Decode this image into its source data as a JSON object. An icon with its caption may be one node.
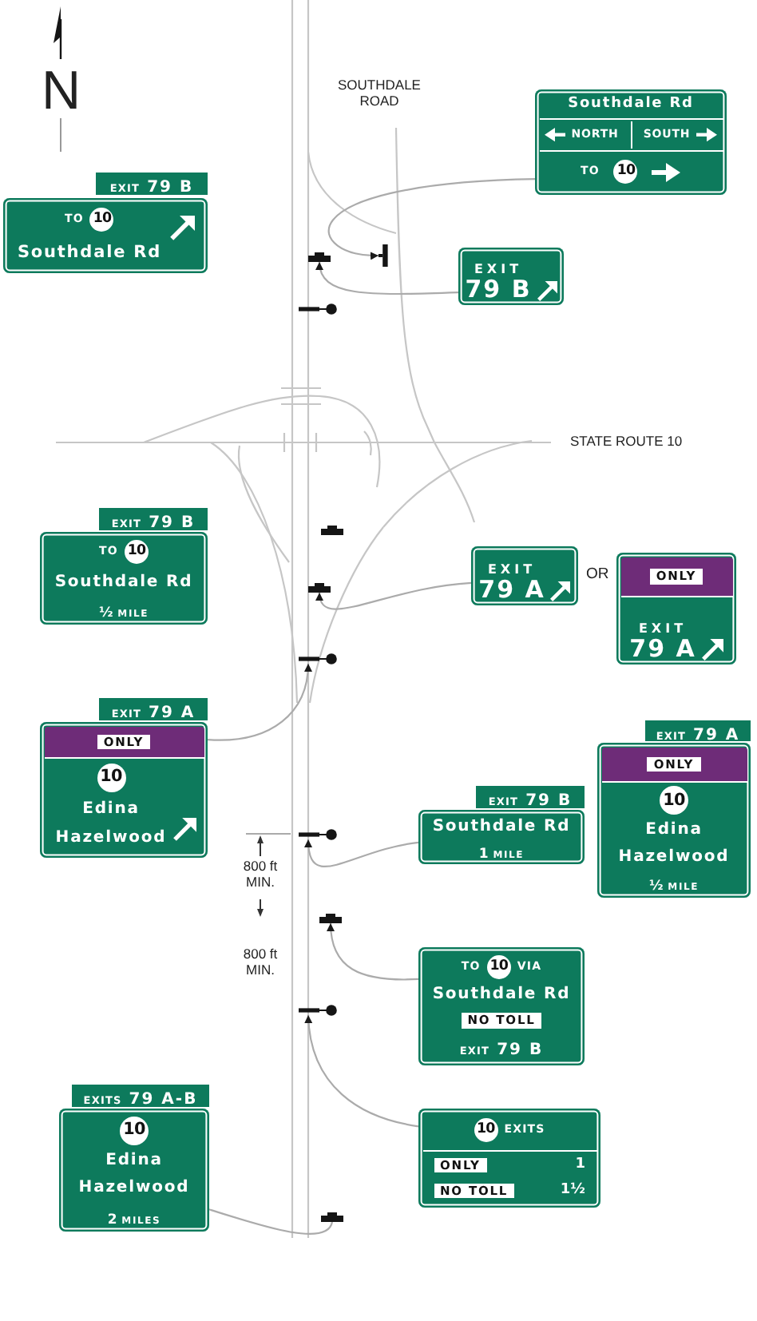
{
  "diagram": {
    "nodes": [
      {
        "text": [
          "Southdale Rd",
          "NORTH",
          "SOUTH",
          "TO",
          "10"
        ]
      },
      {
        "text": [
          "EXIT 79 B"
        ]
      },
      {
        "text": [
          "TO",
          "10",
          "Southdale Rd"
        ]
      },
      {
        "text": [],
        "shape": "bar"
      },
      {
        "text": [],
        "shape": "bar"
      },
      {
        "text": [
          "EXIT 79 B"
        ]
      },
      {
        "text": [],
        "shape": "bar"
      },
      {
        "text": [
          "EXIT 79 B"
        ]
      },
      {
        "text": [
          "TO",
          "10",
          "Southdale Rd",
          "½ MILE"
        ]
      },
      {
        "text": [],
        "shape": "bar"
      },
      {
        "text": [
          "EXIT 79 A"
        ]
      },
      {
        "text": [
          "ONLY",
          "EXIT 79 A"
        ]
      },
      {
        "text": [],
        "shape": "bar"
      },
      {
        "text": [],
        "shape": "bar"
      },
      {
        "text": [
          "EXIT 79 A"
        ]
      },
      {
        "text": [
          "ONLY",
          "10",
          "Edina",
          "Hazelwood"
        ]
      },
      {
        "text": [
          "EXIT 79 A"
        ]
      },
      {
        "text": [
          "ONLY",
          "10",
          "Edina",
          "Hazelwood",
          "½ MILE"
        ]
      },
      {
        "text": [
          "EXIT 79 B"
        ]
      },
      {
        "text": [
          "Southdale Rd",
          "1 MILE"
        ]
      },
      {
        "text": [],
        "shape": "bar"
      },
      {
        "text": [],
        "shape": "bar"
      },
      {
        "text": [
          "TO",
          "10",
          "VIA",
          "Southdale Rd",
          "NO TOLL",
          "EXIT 79 B"
        ]
      },
      {
        "text": [],
        "shape": "bar"
      },
      {
        "text": [
          "EXITS 79 A-B"
        ]
      },
      {
        "text": [
          "10",
          "Edina",
          "Hazelwood",
          "2 MILES"
        ]
      },
      {
        "text": [
          "10",
          "EXITS",
          "ONLY",
          "1",
          "NO TOLL",
          "1½"
        ]
      },
      {
        "text": [],
        "shape": "bar"
      }
    ],
    "edges": [
      {
        "from": 0,
        "to": 4,
        "arrow": "to"
      },
      {
        "from": 5,
        "to": 3,
        "arrow": "to"
      },
      {
        "from": 10,
        "to": 12,
        "arrow": "to"
      },
      {
        "from": 15,
        "to": 13,
        "arrow": "to"
      },
      {
        "from": 19,
        "to": 20,
        "arrow": "to"
      },
      {
        "from": 22,
        "to": 21,
        "arrow": "to"
      },
      {
        "from": 26,
        "to": 23,
        "arrow": "to"
      },
      {
        "from": 25,
        "to": 27,
        "arrow": "none"
      }
    ],
    "labels": [
      "N",
      "SOUTHDALE ROAD",
      "STATE ROUTE 10",
      "OR",
      "800 ft MIN.",
      "800 ft MIN."
    ]
  }
}
